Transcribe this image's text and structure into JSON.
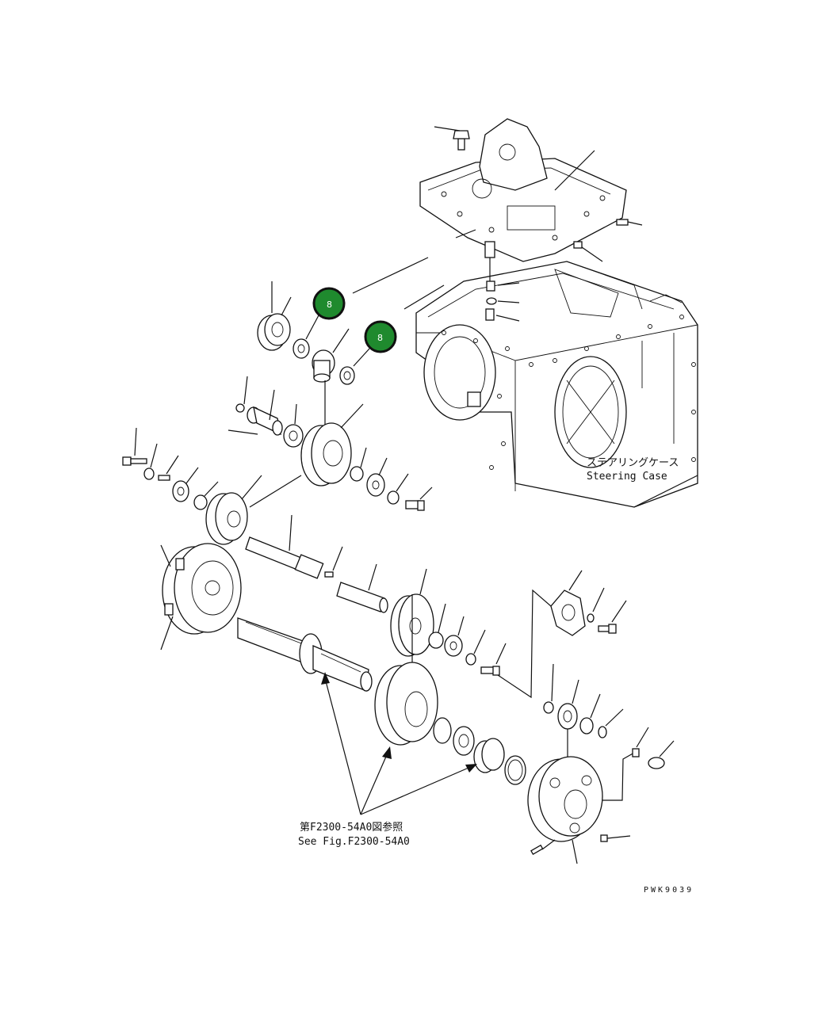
{
  "diagram": {
    "labels": {
      "steering_case_jp": "ステアリングケース",
      "steering_case_en": "Steering Case",
      "see_fig_jp": "第F2300-54A0図参照",
      "see_fig_en": "See Fig.F2300-54A0",
      "drawing_code": "PWK9039"
    },
    "callouts": [
      {
        "number": "8",
        "color": "#1f8a2e",
        "border": "#111111"
      },
      {
        "number": "8",
        "color": "#1f8a2e",
        "border": "#111111"
      }
    ]
  }
}
